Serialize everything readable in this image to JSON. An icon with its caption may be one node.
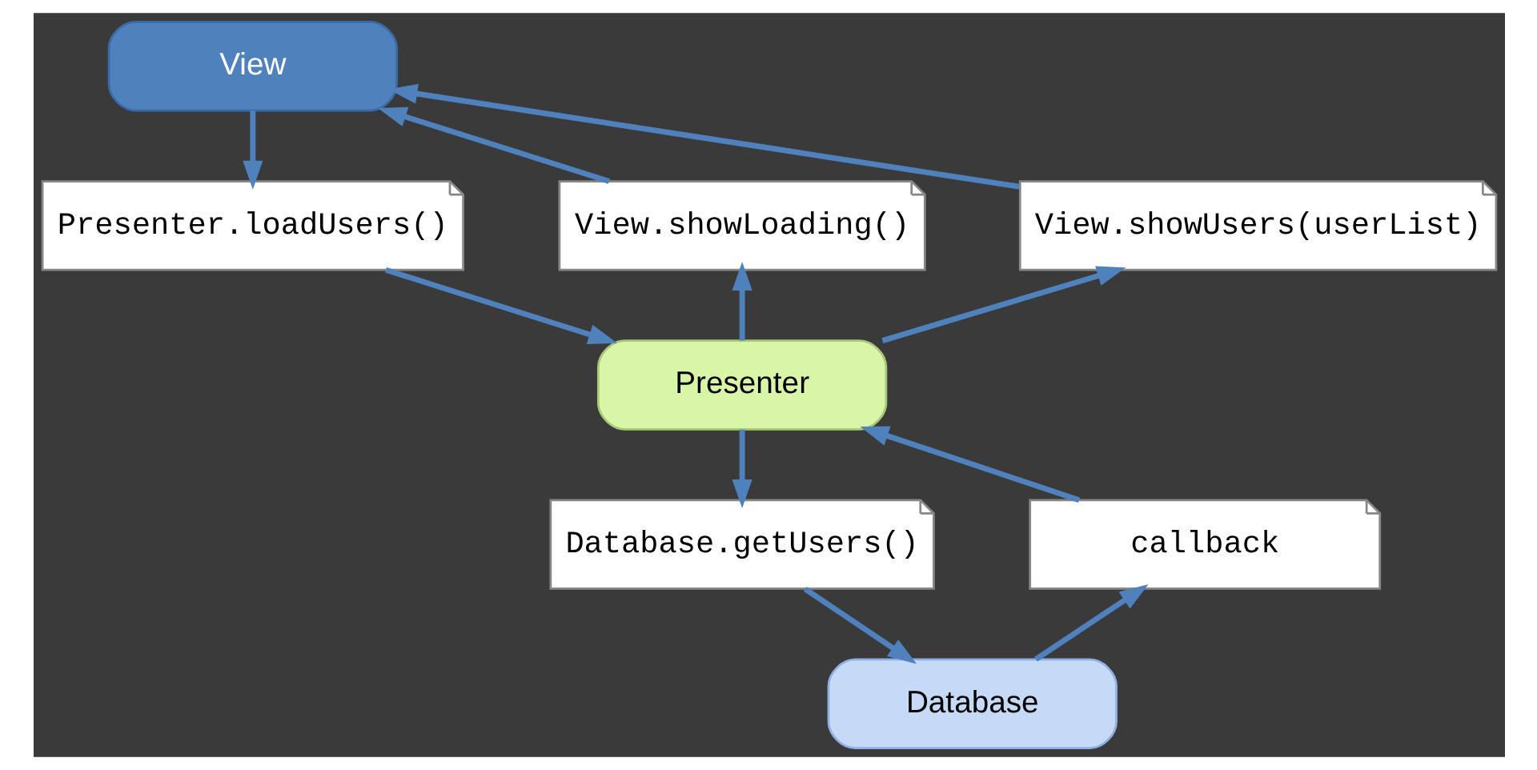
{
  "diagram": {
    "nodes": [
      {
        "text": [
          "View"
        ]
      },
      {
        "text": [
          "Presenter.loadUsers()"
        ]
      },
      {
        "text": [
          "View.showLoading()"
        ]
      },
      {
        "text": [
          "View.showUsers(userList)"
        ]
      },
      {
        "text": [
          "Presenter"
        ]
      },
      {
        "text": [
          "Database.getUsers()"
        ]
      },
      {
        "text": [
          "callback"
        ]
      },
      {
        "text": [
          "Database"
        ]
      }
    ],
    "edges": [
      {
        "from": 0,
        "to": 1,
        "arrow": "to"
      },
      {
        "from": 1,
        "to": 4,
        "arrow": "to"
      },
      {
        "from": 4,
        "to": 2,
        "arrow": "to"
      },
      {
        "from": 2,
        "to": 0,
        "arrow": "to"
      },
      {
        "from": 4,
        "to": 3,
        "arrow": "to"
      },
      {
        "from": 3,
        "to": 0,
        "arrow": "to"
      },
      {
        "from": 4,
        "to": 5,
        "arrow": "to"
      },
      {
        "from": 5,
        "to": 7,
        "arrow": "to"
      },
      {
        "from": 7,
        "to": 6,
        "arrow": "to"
      },
      {
        "from": 6,
        "to": 4,
        "arrow": "to"
      }
    ]
  }
}
